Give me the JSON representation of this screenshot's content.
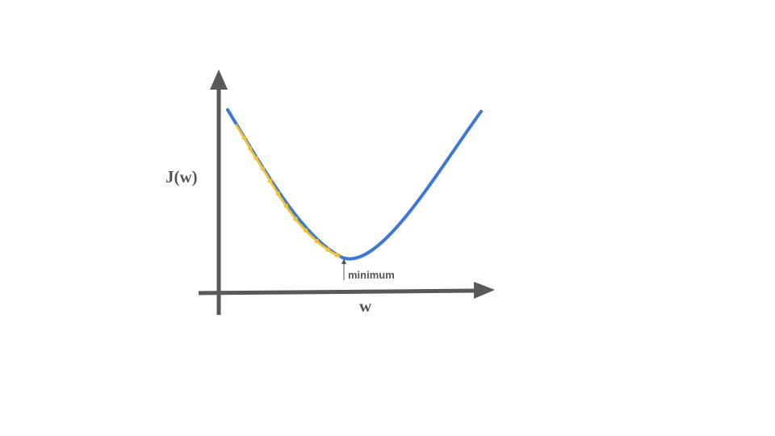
{
  "diagram": {
    "y_axis_label": "J(w)",
    "x_axis_label": "w",
    "minimum_label": "minimum"
  },
  "colors": {
    "axis": "#595959",
    "curve": "#3c78d8",
    "steps": "#f1c232",
    "annotation": "#555555"
  }
}
